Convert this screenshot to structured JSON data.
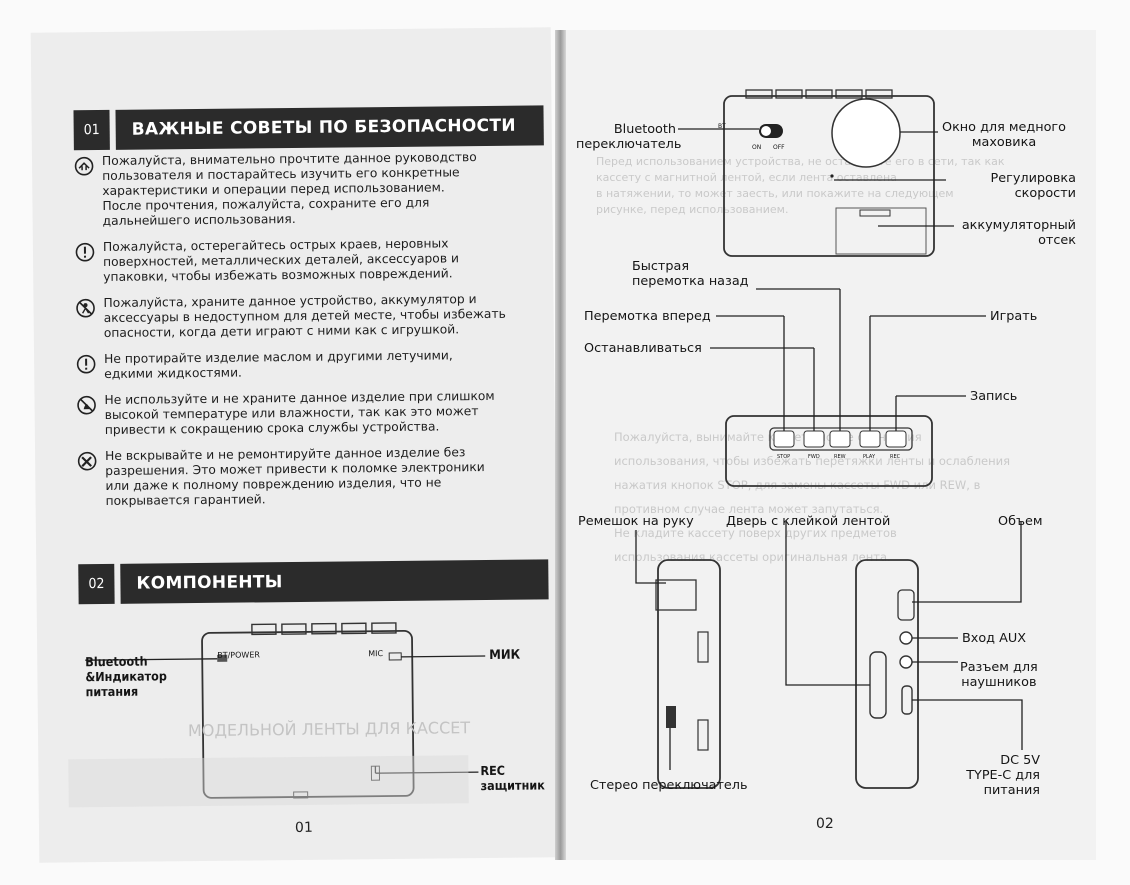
{
  "left_page": {
    "section1": {
      "number": "01",
      "title": "ВАЖНЫЕ СОВЕТЫ ПО БЕЗОПАСНОСТИ"
    },
    "tips": [
      {
        "icon": "read-manual-icon",
        "text": "Пожалуйста, внимательно прочтите данное руководство\nпользователя и постарайтесь изучить его конкретные\nхарактеристики и операции перед использованием.\n После прочтения, пожалуйста, сохраните его для\nдальнейшего использования."
      },
      {
        "icon": "warning-icon",
        "text": "Пожалуйста, остерегайтесь острых краев, неровных\nповерхностей, металлических деталей, аксессуаров и\nупаковки, чтобы избежать возможных повреждений."
      },
      {
        "icon": "child-prohibited-icon",
        "text": "Пожалуйста, храните данное устройство, аккумулятор и\nаксессуары в недоступном для детей месте, чтобы избежать\nопасности, когда дети играют с ними как с игрушкой."
      },
      {
        "icon": "warning-icon",
        "text": "Не протирайте изделие маслом и другими летучими,\nедкими жидкостями."
      },
      {
        "icon": "no-heat-icon",
        "text": "Не используйте и не храните данное изделие при слишком\nвысокой температуре или влажности, так как это может\nпривести к сокращению срока службы устройства."
      },
      {
        "icon": "no-disassembly-icon",
        "text": "Не вскрывайте и не ремонтируйте данное изделие без\nразрешения. Это может привести к поломке электроники\nили даже к полному повреждению изделия, что не\nпокрывается гарантией."
      }
    ],
    "section2": {
      "number": "02",
      "title": "КОМПОНЕНТЫ"
    },
    "diagram": {
      "bt_indicator": "Bluetooth\n&Индикатор\nпитания",
      "mic": "МИК",
      "rec_guard": "REC\nзащитник",
      "device_bt_power": "BT/POWER",
      "device_mic": "MIC"
    },
    "page_number": "01"
  },
  "right_page": {
    "top_device": {
      "bluetooth_switch": "Bluetooth\nпереключатель",
      "copper_window": "Окно для медного\nмаховика",
      "speed_control": "Регулировка\nскорости",
      "battery": "аккумуляторный\nотсек",
      "switch_bt": "BT",
      "switch_on": "ON",
      "switch_off": "OFF"
    },
    "buttons_panel": {
      "rewind": "Быстрая\nперемотка назад",
      "forward": "Перемотка вперед",
      "stop": "Останавливаться",
      "play": "Играть",
      "record": "Запись",
      "key_stop": "STOP",
      "key_ffwd": "FWD",
      "key_rew": "REW",
      "key_play": "PLAY",
      "key_rec": "REC"
    },
    "side_view": {
      "wrist_strap": "Ремешок на руку",
      "tape_door": "Дверь с клейкой лентой",
      "volume": "Объем",
      "aux": "Вход AUX",
      "headphones": "Разъем для\nнаушников",
      "dc": "DC 5V\nTYPE-C для\nпитания",
      "stereo": "Стерео переключатель"
    },
    "page_number": "02"
  }
}
